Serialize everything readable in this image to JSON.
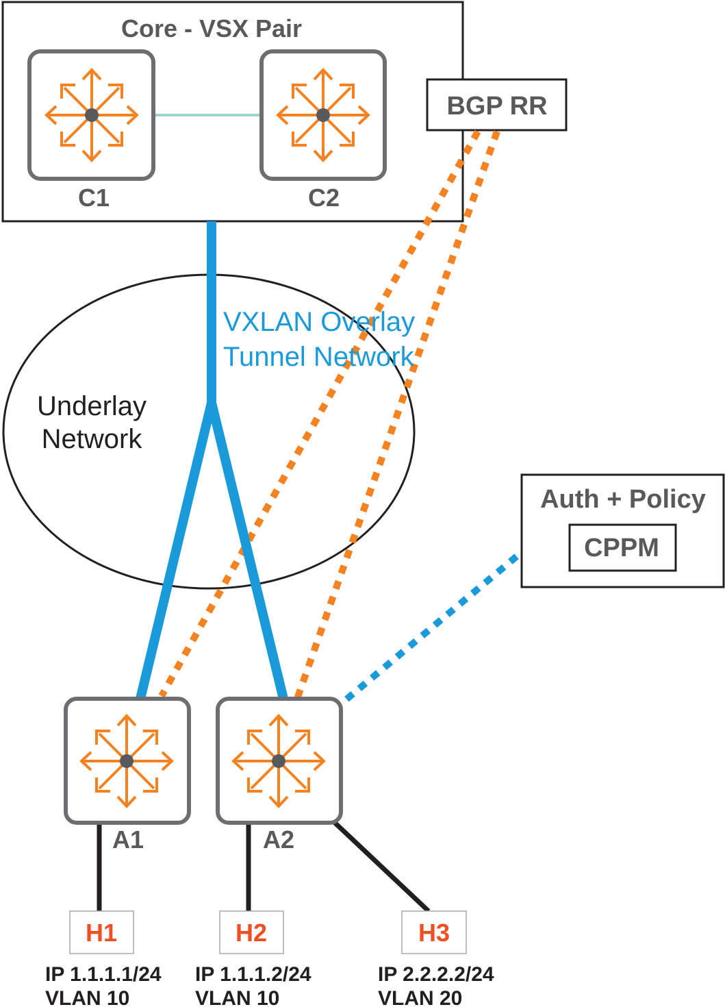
{
  "core": {
    "title": "Core - VSX Pair",
    "switches": [
      "C1",
      "C2"
    ]
  },
  "bgp": {
    "label": "BGP RR"
  },
  "overlay": {
    "line1": "VXLAN Overlay",
    "line2": "Tunnel Network"
  },
  "underlay": {
    "line1": "Underlay",
    "line2": "Network"
  },
  "auth": {
    "title": "Auth + Policy",
    "cppm": "CPPM"
  },
  "access": {
    "switches": [
      "A1",
      "A2"
    ]
  },
  "hosts": [
    {
      "name": "H1",
      "ip": "IP 1.1.1.1/24",
      "vlan": "VLAN 10"
    },
    {
      "name": "H2",
      "ip": "IP 1.1.1.2/24",
      "vlan": "VLAN 10"
    },
    {
      "name": "H3",
      "ip": "IP 2.2.2.2/24",
      "vlan": "VLAN 20"
    }
  ],
  "colors": {
    "switch_icon": "#f58220",
    "overlay_tunnel": "#1a9ad9",
    "bgp_session": "#f58220",
    "cppm_link": "#1a9ad9",
    "vsx_link": "#9fd6c9",
    "host_label": "#f04e23"
  },
  "icons": {
    "switch": "switch-arrows-icon"
  }
}
